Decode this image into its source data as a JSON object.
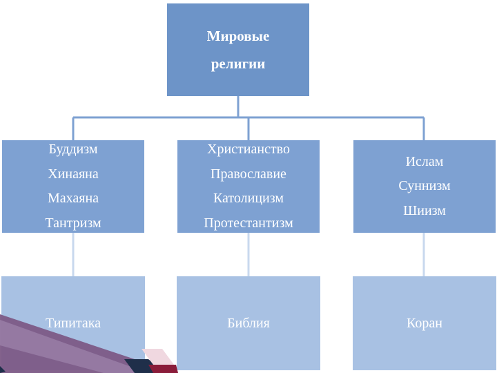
{
  "root": {
    "line1": "Мировые",
    "line2": "религии"
  },
  "branches": [
    {
      "lines": [
        "Буддизм",
        "Хинаяна",
        "Махаяна",
        "Тантризм"
      ],
      "text": "Типитака"
    },
    {
      "lines": [
        "Христианство",
        "Православие",
        "Католицизм",
        "Протестантизм"
      ],
      "text": "Библия"
    },
    {
      "lines": [
        "Ислам",
        "Суннизм",
        "Шиизм"
      ],
      "text": "Коран"
    }
  ],
  "colors": {
    "root_fill": "#6d94c8",
    "category_fill": "#7ea1d2",
    "scripture_fill": "#a8c1e3",
    "connector_top": "#7ea1d2",
    "connector_bottom": "#c8d8ee"
  }
}
